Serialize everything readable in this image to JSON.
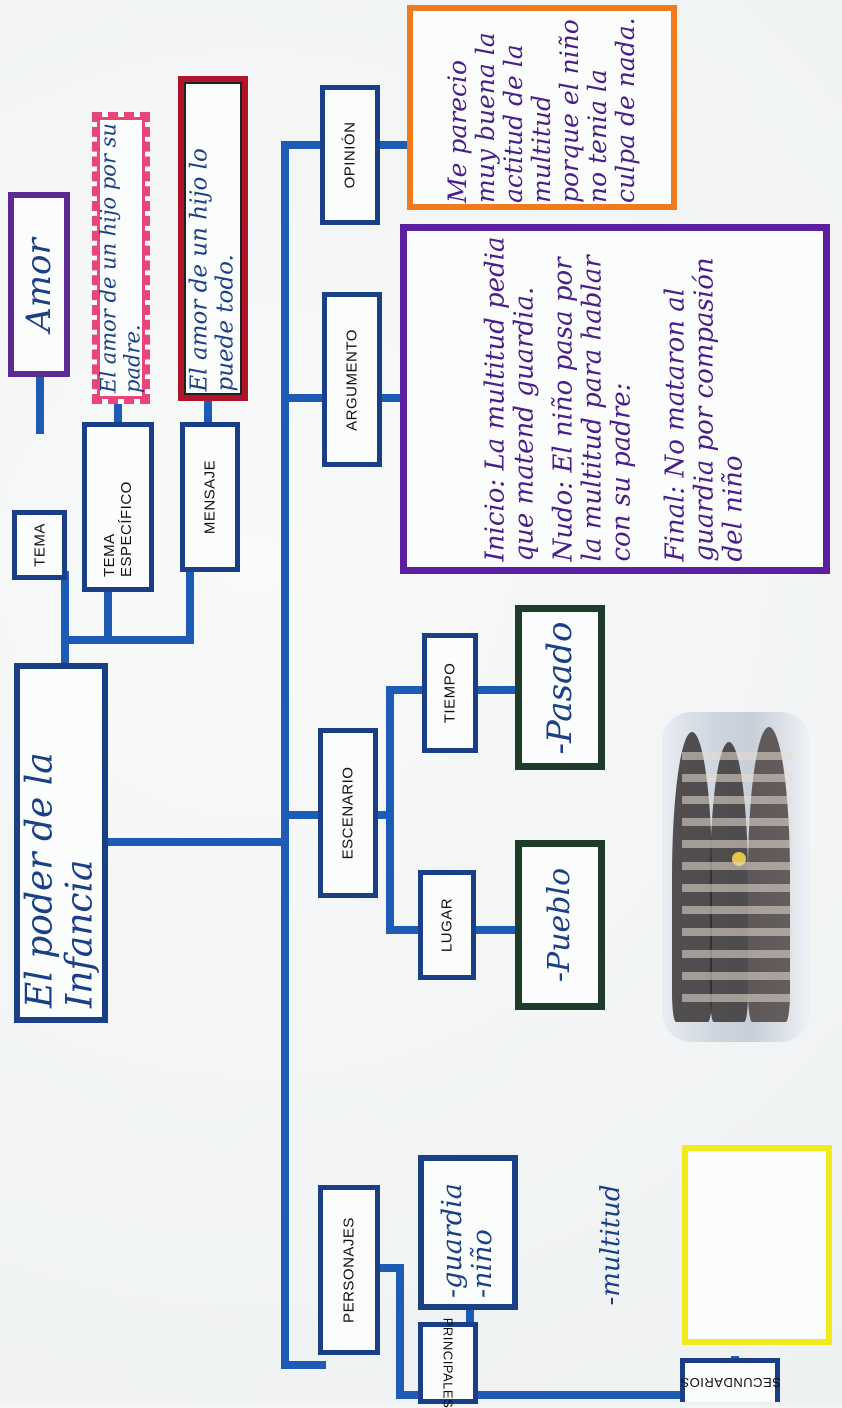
{
  "title": "El poder de la Infancia",
  "nodes": {
    "tema": {
      "label": "TEMA",
      "value": "Amor"
    },
    "tema_especifico": {
      "label": "TEMA ESPECÍFICO",
      "value": "El amor de un hijo por su padre."
    },
    "mensaje": {
      "label": "MENSAJE",
      "value": "El amor de un hijo lo puede todo."
    },
    "opinion": {
      "label": "OPINIÓN",
      "value": "Me parecio muy buena la actitud de la multitud porque el niño no tenia la culpa de nada."
    },
    "argumento": {
      "label": "ARGUMENTO",
      "inicio": "Inicio: La multitud pedia que matend guardia.",
      "nudo": "Nudo: El niño pasa por la multitud para hablar con su padre:",
      "final": "Final: No mataron al guardia por compasión del niño"
    },
    "escenario": {
      "label": "ESCENARIO"
    },
    "tiempo": {
      "label": "TIEMPO",
      "value": "-Pasado"
    },
    "lugar": {
      "label": "LUGAR",
      "value": "-Pueblo"
    },
    "personajes": {
      "label": "PERSONAJES"
    },
    "principales": {
      "label": "PRINCIPALES",
      "value": "-guardia -niño"
    },
    "secundarios": {
      "label": "SECUNDARIOS",
      "value": "-multitud"
    }
  },
  "colors": {
    "connector": "#1e5bb5",
    "amor_border": "#5b2a94",
    "especifico_border": "#e8457a",
    "mensaje_border": "#b0142b",
    "opinion_border": "#f07a1e",
    "argumento_border": "#5b1fa0",
    "scene_value_border": "#1f3b2a",
    "label_border": "#1b3f86",
    "secundarios_value_border": "#f2ea1c"
  }
}
